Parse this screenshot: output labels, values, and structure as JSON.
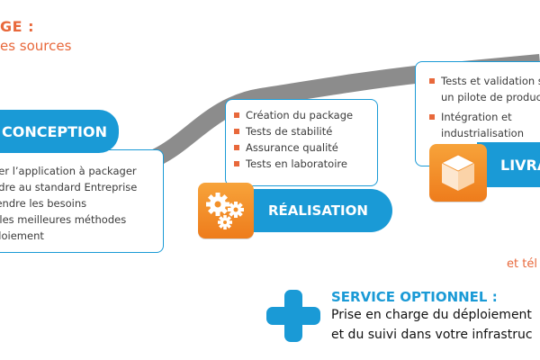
{
  "header": {
    "title_fragment": "GE :",
    "subtitle_fragment": "es sources"
  },
  "conception": {
    "label": "CONCEPTION",
    "items": [
      "fier l’application à packager",
      "ndre au standard Entreprise",
      "rendre les besoins",
      "r les meilleures méthodes",
      "ploiement"
    ]
  },
  "realisation": {
    "label": "RÉALISATION",
    "items": [
      "Création du package",
      "Tests de stabilité",
      "Assurance qualité",
      "Tests en laboratoire"
    ]
  },
  "livraison": {
    "label_fragment": "LIVRA",
    "items": [
      "Tests et validation s",
      "un pilote de product",
      "Intégration et",
      "industrialisation"
    ]
  },
  "right_fragment": "et tél",
  "service": {
    "title": "SERVICE OPTIONNEL :",
    "line1": "Prise en charge du déploiement",
    "line2": "et du suivi dans votre infrastruc"
  },
  "colors": {
    "brand_blue": "#1a9ad6",
    "accent_orange": "#e8683b",
    "tile_orange": "#f39028",
    "road_gray": "#8c8c8c"
  },
  "icons": [
    "gears-icon",
    "cube-icon",
    "plus-icon"
  ]
}
